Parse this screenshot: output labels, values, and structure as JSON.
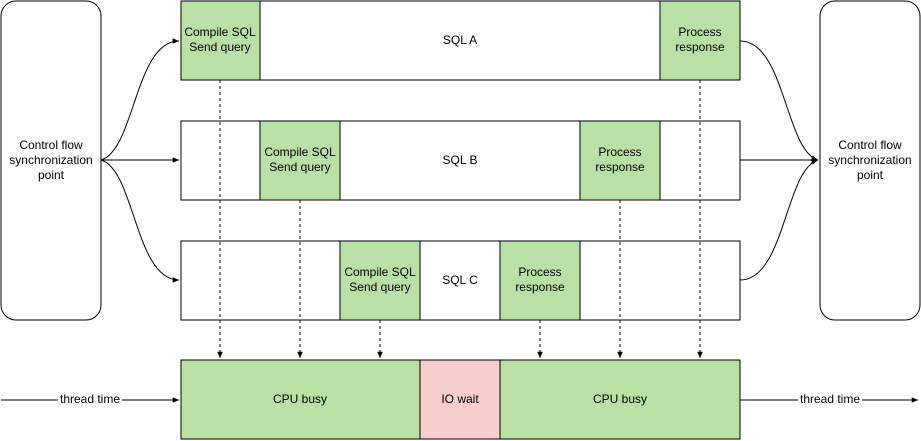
{
  "colors": {
    "green": "#b9e0a5",
    "red": "#f8cecc",
    "stroke": "#000000",
    "white": "#ffffff"
  },
  "sync_left": {
    "line1": "Control flow",
    "line2": "synchronization",
    "line3": "point"
  },
  "sync_right": {
    "line1": "Control flow",
    "line2": "synchronization",
    "line3": "point"
  },
  "lanes": {
    "a": {
      "compile_l1": "Compile SQL",
      "compile_l2": "Send query",
      "sql": "SQL A",
      "process_l1": "Process",
      "process_l2": "response"
    },
    "b": {
      "compile_l1": "Compile SQL",
      "compile_l2": "Send query",
      "sql": "SQL B",
      "process_l1": "Process",
      "process_l2": "response"
    },
    "c": {
      "compile_l1": "Compile SQL",
      "compile_l2": "Send query",
      "sql": "SQL C",
      "process_l1": "Process",
      "process_l2": "response"
    }
  },
  "timeline": {
    "cpu_busy_1": "CPU busy",
    "io_wait": "IO wait",
    "cpu_busy_2": "CPU busy",
    "thread_time_in": "thread time",
    "thread_time_out": "thread time"
  }
}
